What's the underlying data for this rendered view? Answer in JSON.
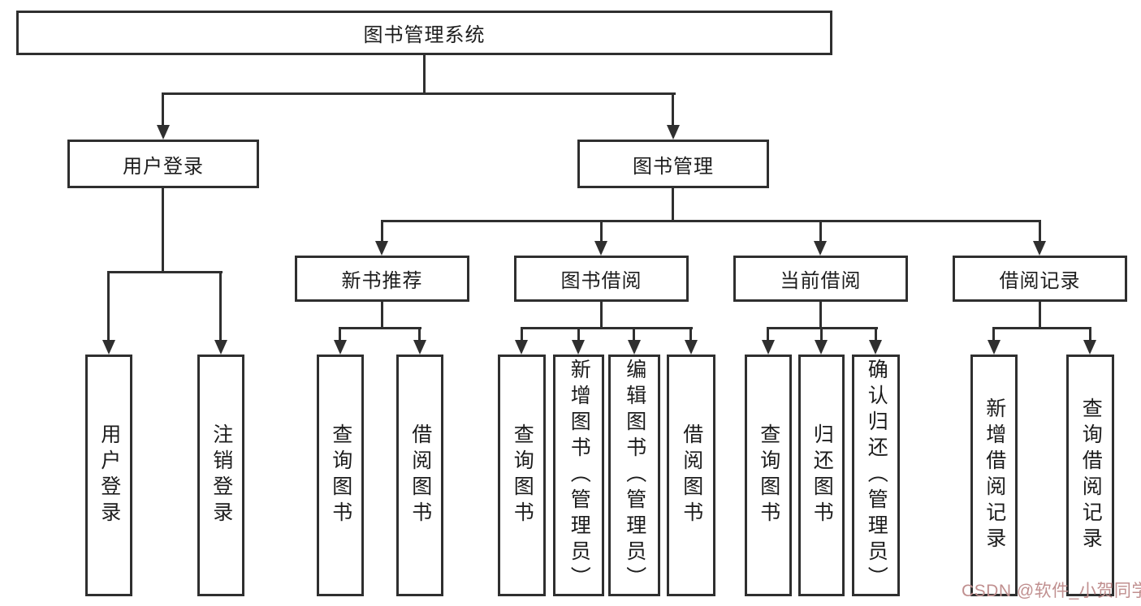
{
  "tree": {
    "label": "图书管理系统",
    "children": [
      {
        "label": "用户登录",
        "children": [
          {
            "label": "用户登录"
          },
          {
            "label": "注销登录"
          }
        ]
      },
      {
        "label": "图书管理",
        "children": [
          {
            "label": "新书推荐",
            "children": [
              {
                "label": "查询图书"
              },
              {
                "label": "借阅图书"
              }
            ]
          },
          {
            "label": "图书借阅",
            "children": [
              {
                "label": "查询图书"
              },
              {
                "label": "新增图书（管理员）"
              },
              {
                "label": "编辑图书（管理员）"
              },
              {
                "label": "借阅图书"
              }
            ]
          },
          {
            "label": "当前借阅",
            "children": [
              {
                "label": "查询图书"
              },
              {
                "label": "归还图书"
              },
              {
                "label": "确认归还（管理员）"
              }
            ]
          },
          {
            "label": "借阅记录",
            "children": [
              {
                "label": "新增借阅记录"
              },
              {
                "label": "查询借阅记录"
              }
            ]
          }
        ]
      }
    ]
  },
  "watermark": {
    "text": "CSDN @软件_小贺同学"
  },
  "colors": {
    "line": "#2f2f2f",
    "box_border": "#2f2f2f",
    "background": "#ffffff",
    "watermark": "#c08f8f"
  }
}
